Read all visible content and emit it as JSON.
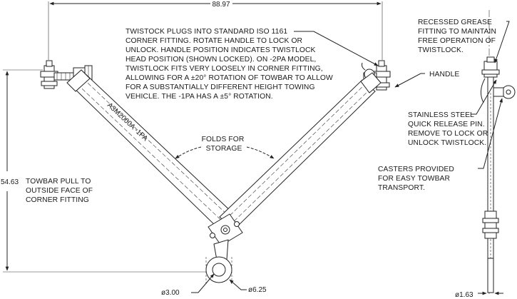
{
  "dimensions": {
    "overall_width": "88.97",
    "pull_height": "54.63",
    "hole_small": "ø3.00",
    "hole_large": "ø6.25",
    "pin_dia": "ø1.63"
  },
  "callouts": {
    "twistlock": [
      "TWISTOCK PLUGS INTO STANDARD ISO 1161",
      "CORNER FITTING. ROTATE HANDLE TO LOCK OR",
      "UNLOCK. HANDLE POSITION INDICATES TWISTLOCK",
      "HEAD POSITION (SHOWN LOCKED). ON -2PA MODEL,",
      "TWISTLOCK FITS VERY LOOSELY IN CORNER FITTING,",
      "ALLOWING FOR A ±20° ROTATION OF TOWBAR TO ALLOW",
      "FOR A SUBSTANTIALLY DIFFERENT HEIGHT TOWING",
      "VEHICLE. THE -1PA HAS A ±5° ROTATION."
    ],
    "folds": [
      "FOLDS FOR",
      "STORAGE"
    ],
    "towbar_pull": [
      "TOWBAR PULL TO",
      "OUTSIDE FACE OF",
      "CORNER FITTING"
    ],
    "grease": [
      "RECESSED GREASE",
      "FITTING TO MAINTAIN",
      "FREE OPERATION OF",
      "TWISTLOCK."
    ],
    "handle": [
      "HANDLE"
    ],
    "pin": [
      "STAINLESS STEEL",
      "QUICK RELEASE PIN.",
      "REMOVE TO LOCK OR",
      "UNLOCK TWISTLOCK."
    ],
    "casters": [
      "CASTERS PROVIDED",
      "FOR EASY TOWBAR",
      "TRANSPORT."
    ]
  },
  "part_marking": "A3M2000A -1PA"
}
